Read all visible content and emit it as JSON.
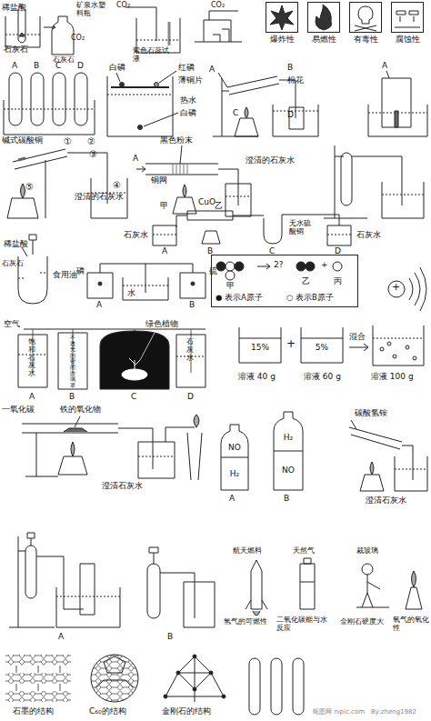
{
  "diagram": {
    "nodes": [
      {
        "text": [
          "爆炸性"
        ]
      },
      {
        "text": [
          "易燃性"
        ]
      },
      {
        "text": [
          "有毒性"
        ]
      },
      {
        "text": [
          "腐蚀性"
        ]
      },
      {
        "text": [
          "2?",
          "甲",
          "乙",
          "丙",
          "+",
          "● 表示A原子",
          "○ 表示B原子"
        ]
      },
      {
        "text": [
          "15%"
        ]
      },
      {
        "text": [
          "5%"
        ]
      },
      {
        "text": [
          "NO",
          "H₂"
        ]
      },
      {
        "text": [
          "H₂",
          "NO"
        ]
      }
    ],
    "labels": [
      "稀盐酸",
      "石灰石",
      "矿泉水塑料瓶",
      "CO₂",
      "石灰石",
      "CO₂",
      "CO₂",
      "紫色石蕊试液",
      "A",
      "B",
      "C",
      "D",
      "白磷",
      "红磷",
      "薄铜片",
      "热水",
      "白磷",
      "A",
      "B",
      "棉花",
      "C",
      "D",
      "A",
      "碱式碳酸铜",
      "①",
      "②",
      "③",
      "④",
      "⑤",
      "澄清的石灰水",
      "黑色粉末",
      "A",
      "铜网",
      "甲",
      "乙",
      "澄清的石灰水",
      "石灰水",
      "CuO",
      "无水硫酸铜",
      "石灰水",
      "A",
      "B",
      "C",
      "D",
      "稀盐酸",
      "石灰石",
      "食用油",
      "磷",
      "硫",
      "A",
      "水",
      "B",
      "+",
      "空气",
      "饱和石灰水",
      "不透光的密闭玻璃罩",
      "绿色植物",
      "石灰水",
      "A",
      "B",
      "C",
      "D",
      "+",
      "混合",
      "溶液 40 g",
      "溶液 60 g",
      "溶液 100 g",
      "一氧化碳",
      "铁的氧化物",
      "澄清石灰水",
      "A",
      "B",
      "碳酸氢铵",
      "澄清石灰水",
      "A",
      "B",
      "航天燃料",
      "天然气",
      "裁玻璃",
      "氢气的可燃性",
      "二氧化碳能与水反应",
      "金刚石硬度大",
      "氧气的氧化性",
      "石墨的结构",
      "C₆₀的结构",
      "金刚石的结构",
      "昵图网 nipic.com",
      "By:zheng1982"
    ]
  }
}
